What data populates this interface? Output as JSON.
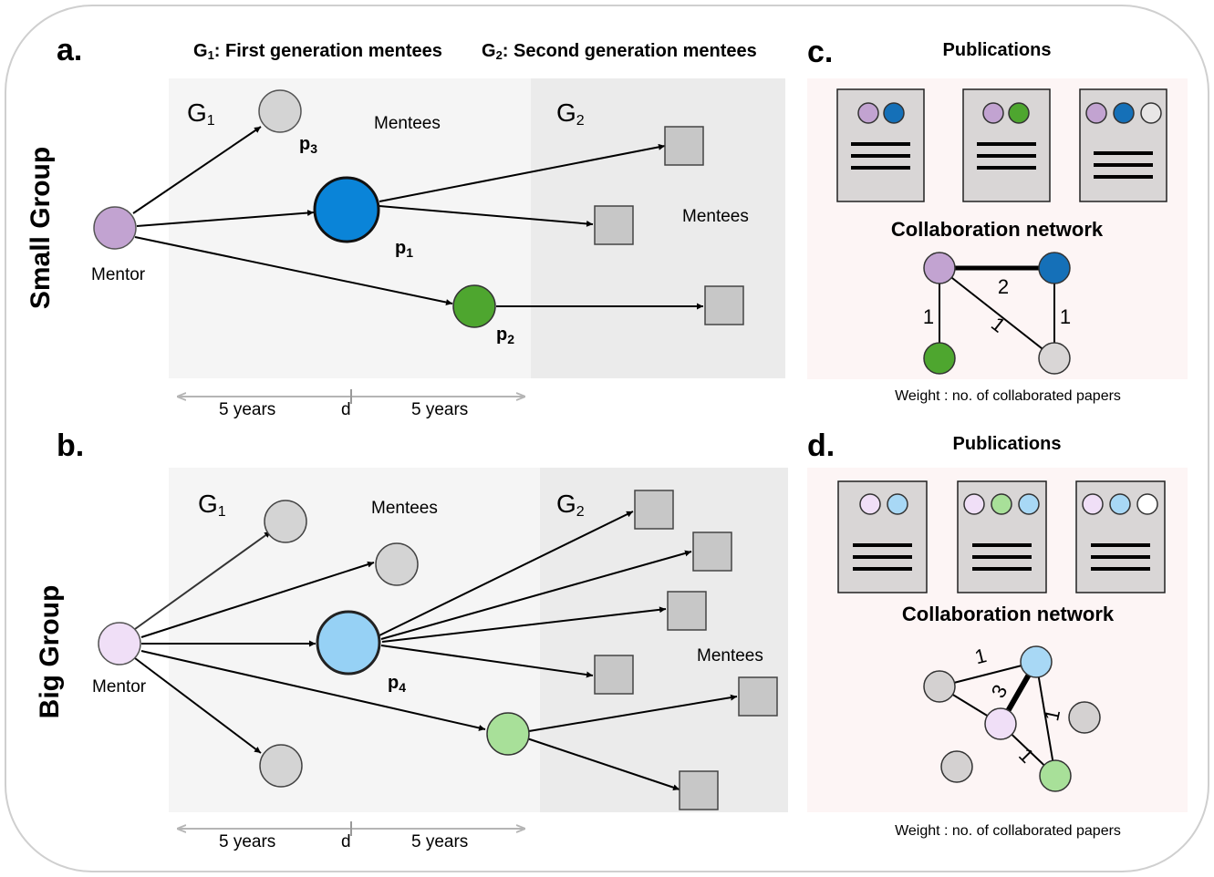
{
  "panels": {
    "a": {
      "letter": "a.",
      "side_label": "Small Group"
    },
    "b": {
      "letter": "b.",
      "side_label": "Big Group"
    },
    "c": {
      "letter": "c.",
      "title": "Publications",
      "network_title": "Collaboration network",
      "caption": "Weight : no. of collaborated papers"
    },
    "d": {
      "letter": "d.",
      "title": "Publications",
      "network_title": "Collaboration network",
      "caption": "Weight : no. of collaborated papers"
    }
  },
  "header": {
    "g1": {
      "main": "G",
      "sub": "1",
      "rest": ": First generation mentees"
    },
    "g2": {
      "main": "G",
      "sub": "2",
      "rest": ": Second generation mentees"
    }
  },
  "labels": {
    "mentor": "Mentor",
    "mentees": "Mentees",
    "g1_main": "G",
    "g1_sub": "1",
    "g2_main": "G",
    "g2_sub": "2",
    "years_left": "5 years",
    "years_right": "5 years",
    "d": "d",
    "p1": {
      "main": "p",
      "sub": "1"
    },
    "p2": {
      "main": "p",
      "sub": "2"
    },
    "p3": {
      "main": "p",
      "sub": "3"
    },
    "p4": {
      "main": "p",
      "sub": "4"
    }
  },
  "colors": {
    "mentor_a": "#c2a3d1",
    "mentor_b": "#f0dff7",
    "p1": "#0a84d8",
    "p2": "#4ea62f",
    "p4": "#96d1f5",
    "green_light": "#a8e099",
    "gray_node": "#d4d4d4",
    "net_purple": "#c2a3d1",
    "net_blue": "#1570b8",
    "net_green": "#4ea62f",
    "net_gray": "#d9d6d6",
    "d_purple": "#f0dff7",
    "d_blue": "#a8d8f5",
    "d_green": "#a8e099",
    "d_gray": "#d4d1d1",
    "doc": "#d9d6d6",
    "panel_cd_bg": "#fdf5f5",
    "region_light": "#f5f5f5",
    "region_dark": "#ebebeb"
  },
  "network_c": {
    "edge_weights": [
      "2",
      "1",
      "1",
      "1"
    ]
  },
  "network_d": {
    "edge_weights": [
      "1",
      "3",
      "1",
      "1"
    ]
  }
}
